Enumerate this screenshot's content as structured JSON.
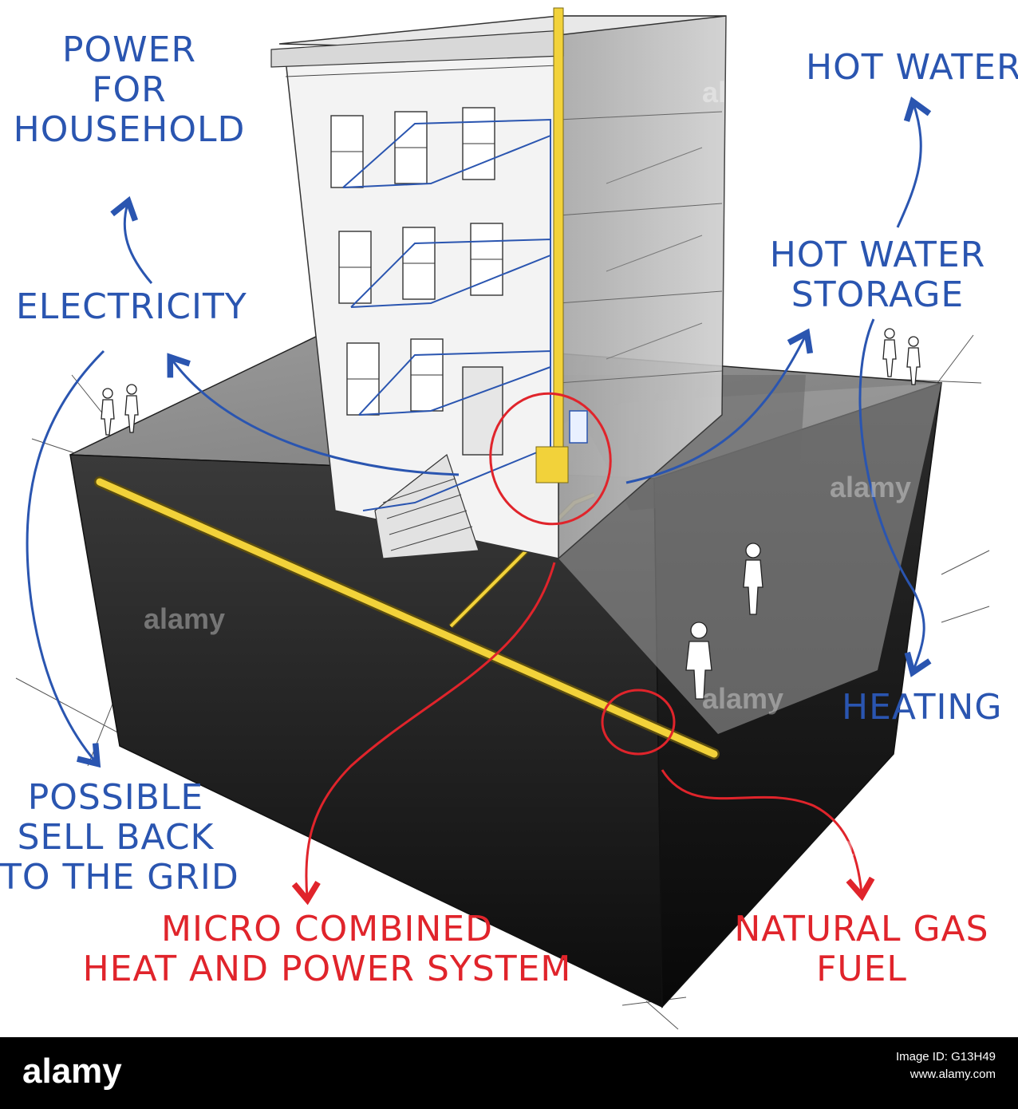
{
  "labels": {
    "power_for_household": [
      "POWER",
      "FOR",
      "HOUSEHOLD"
    ],
    "electricity": "ELECTRICITY",
    "possible_sell_back": [
      "POSSIBLE",
      "SELL BACK",
      "TO THE GRID"
    ],
    "hot_water": "HOT WATER",
    "hot_water_storage": [
      "HOT WATER",
      "STORAGE"
    ],
    "heating": "HEATING",
    "micro_chp": [
      "MICRO COMBINED",
      "HEAT AND POWER SYSTEM"
    ],
    "natural_gas": [
      "NATURAL GAS",
      "FUEL"
    ]
  },
  "colors": {
    "annotation_blue": "#2a55b0",
    "annotation_red": "#e0242b",
    "gas_pipe": "#f2d23a",
    "ground_dark": "#1c1c1c",
    "ground_top": "#8f8f8f"
  },
  "watermark": "alamy",
  "footer": {
    "logo": "alamy",
    "image_id": "Image ID: G13H49",
    "site": "www.alamy.com"
  }
}
